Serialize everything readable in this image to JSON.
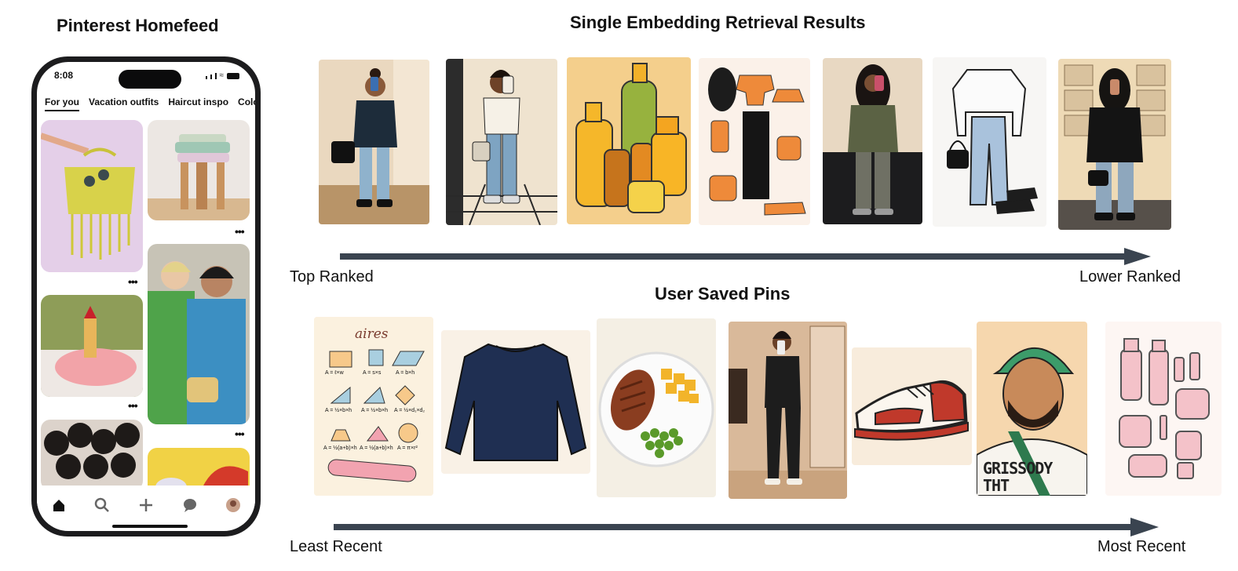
{
  "left_panel": {
    "title": "Pinterest Homefeed",
    "phone": {
      "time": "8:08",
      "tabs": [
        "For you",
        "Vacation outfits",
        "Haircut inspo",
        "Colo"
      ],
      "nav_icons": [
        "home-icon",
        "search-icon",
        "plus-icon",
        "chat-icon",
        "profile-avatar"
      ]
    }
  },
  "top_panel": {
    "title": "Single Embedding Retrieval Results",
    "axis_start_label": "Top Ranked",
    "axis_end_label": "Lower Ranked",
    "items": [
      "woman-mirror-selfie-navy-cardigan",
      "woman-mirror-selfie-white-tee",
      "skincare-bottles",
      "orange-outfit-flatlay",
      "woman-mirror-selfie-olive-jacket",
      "outfit-flatlay-white-shirt-jeans",
      "woman-mirror-selfie-black-hoodie"
    ]
  },
  "bottom_panel": {
    "title": "User Saved Pins",
    "axis_start_label": "Least Recent",
    "axis_end_label": "Most Recent",
    "math_sheet": {
      "heading": "aires",
      "formulas": [
        "A = ℓ×w",
        "A = s×s",
        "A = b×h",
        "A = ½×b×h",
        "A = ½×b×h",
        "A = ½×d₁×d₂",
        "A = ½(a+b)×h",
        "A = ½(a+b)×h",
        "A = π×r²"
      ]
    },
    "shirt_text": "GRISSODY THT",
    "items": [
      "math-formula-sheet",
      "navy-sweatshirt",
      "steak-corn-peas-plate",
      "woman-mirror-selfie-black-jumpsuit",
      "red-white-sneaker",
      "man-green-cap",
      "pink-skincare-jars"
    ]
  },
  "colors": {
    "axis": "#3a4450"
  }
}
